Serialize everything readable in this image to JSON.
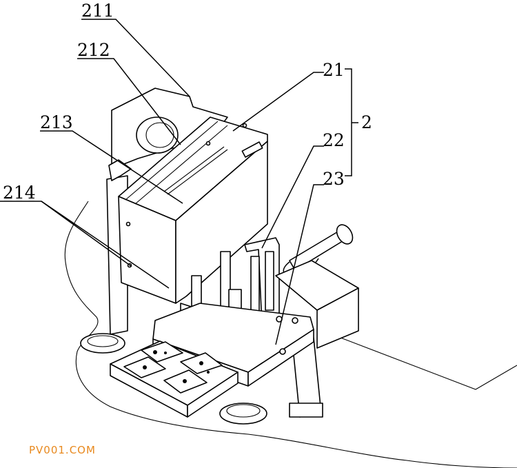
{
  "labels": {
    "l211": "211",
    "l212": "212",
    "l213": "213",
    "l214": "214",
    "l21": "21",
    "l22": "22",
    "l23": "23",
    "l2": "2"
  },
  "watermark": {
    "text": "PV001.COM",
    "color": "#e8891e"
  }
}
